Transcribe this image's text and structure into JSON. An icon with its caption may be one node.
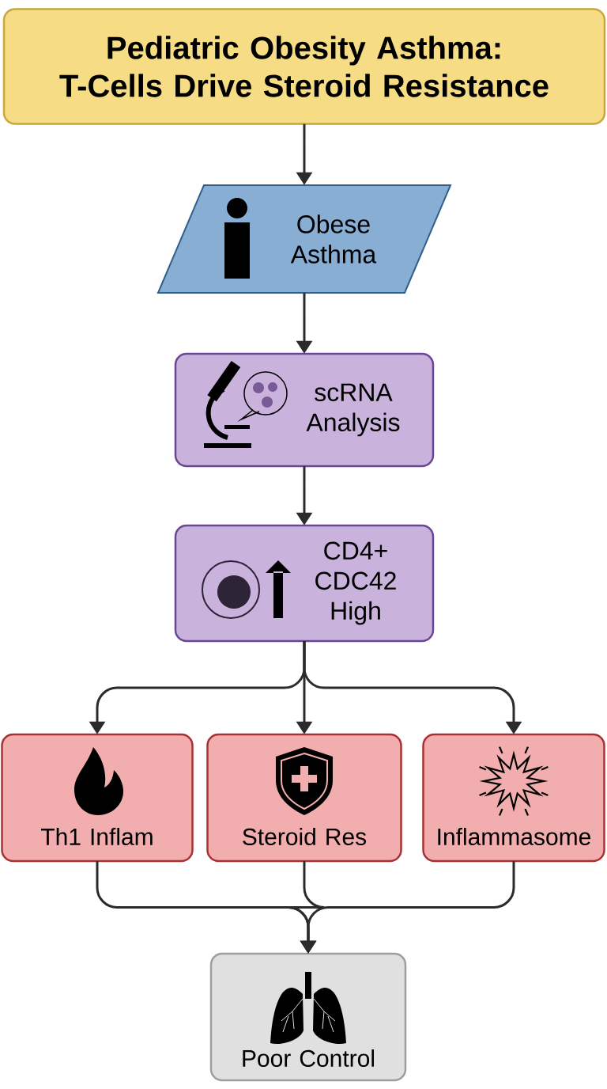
{
  "diagram": {
    "nodes": [
      {
        "text": [
          "Pediatric Obesity Asthma: T-Cells Drive Steroid Resistance"
        ]
      },
      {
        "text": [
          "Obese Asthma"
        ]
      },
      {
        "text": [
          "scRNA Analysis"
        ]
      },
      {
        "text": [
          "CD4+ CDC42 High"
        ]
      },
      {
        "text": [
          "Th1 Inflam"
        ]
      },
      {
        "text": [
          "Steroid Res"
        ]
      },
      {
        "text": [
          "Inflammasome"
        ]
      },
      {
        "text": [
          "Poor Control"
        ]
      }
    ],
    "edges": [
      {
        "from": 0,
        "to": 1,
        "arrow": "to"
      },
      {
        "from": 1,
        "to": 2,
        "arrow": "to"
      },
      {
        "from": 2,
        "to": 3,
        "arrow": "to"
      },
      {
        "from": 3,
        "to": 4,
        "arrow": "to"
      },
      {
        "from": 3,
        "to": 5,
        "arrow": "to"
      },
      {
        "from": 3,
        "to": 6,
        "arrow": "to"
      },
      {
        "from": 4,
        "to": 7,
        "arrow": "to"
      },
      {
        "from": 5,
        "to": 7,
        "arrow": "to"
      },
      {
        "from": 6,
        "to": 7,
        "arrow": "to"
      }
    ]
  }
}
